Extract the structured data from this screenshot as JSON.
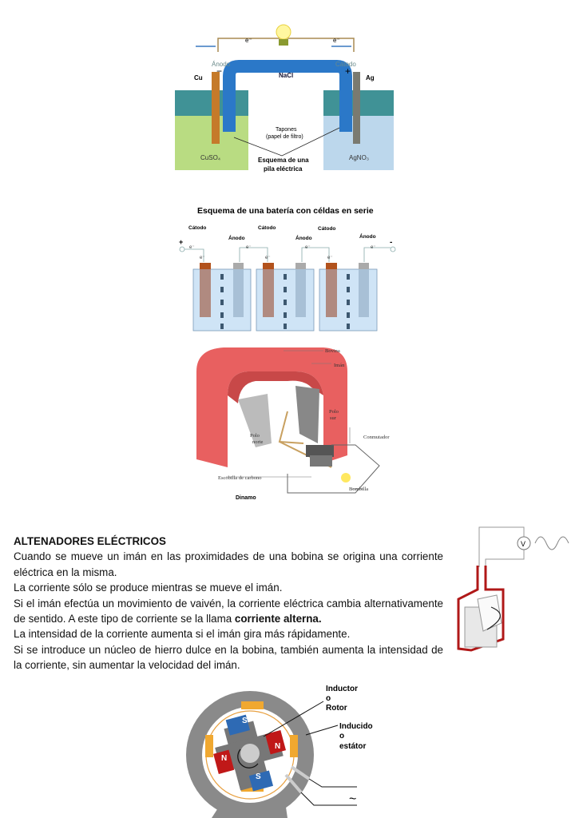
{
  "figure1": {
    "electron": "e⁻",
    "anode": "Ánodo",
    "cathode": "Cátodo",
    "minus": "−",
    "plus": "+",
    "cu": "Cu",
    "ag": "Ag",
    "bridge": "NaCl",
    "plugs_1": "Tapones",
    "plugs_2": "(papel de filtro)",
    "left_solution": "CuSO₄",
    "right_solution": "AgNO₃",
    "caption_1": "Esquema de una",
    "caption_2": "pila eléctrica"
  },
  "figure2": {
    "title": "Esquema de una batería con céldas en serie",
    "cathode": "Cátodo",
    "anode": "Ánodo",
    "electron": "e⁻",
    "plus": "+",
    "minus": "-"
  },
  "figure3": {
    "coil": "Bovina",
    "magnet": "Imán",
    "south_1": "Polo",
    "south_2": "sur",
    "north_1": "Polo",
    "north_2": "norte",
    "commutator": "Conmutador",
    "brush": "Escobilla de carbono",
    "bulb": "Bombilla",
    "caption": "Dinamo"
  },
  "section": {
    "title": "ALTENADORES ELÉCTRICOS",
    "p1": "Cuando se mueve un imán en las proximidades de una bobina se origina una corriente eléctrica en la misma.",
    "p2": "La corriente sólo se produce mientras se mueve el imán.",
    "p3_a": "Si el imán efectúa un movimiento de vaivén, la corriente eléctrica cambia alternativamente de sentido. A este tipo de corriente se la llama ",
    "p3_bold": "corriente alterna.",
    "p4": "La intensidad de la corriente aumenta si el imán gira más rápidamente.",
    "p5": "Si se introduce un núcleo de hierro dulce en la bobina, también aumenta la intensidad de la corriente, sin aumentar la velocidad del imán."
  },
  "figure4": {
    "voltmeter": "V"
  },
  "figure5": {
    "inductor_1": "Inductor",
    "inductor_2": "o",
    "inductor_3": "Rotor",
    "induced_1": "Inducido",
    "induced_2": "o",
    "induced_3": "estátor",
    "pole_s": "S",
    "pole_n": "N",
    "ac": "~"
  }
}
